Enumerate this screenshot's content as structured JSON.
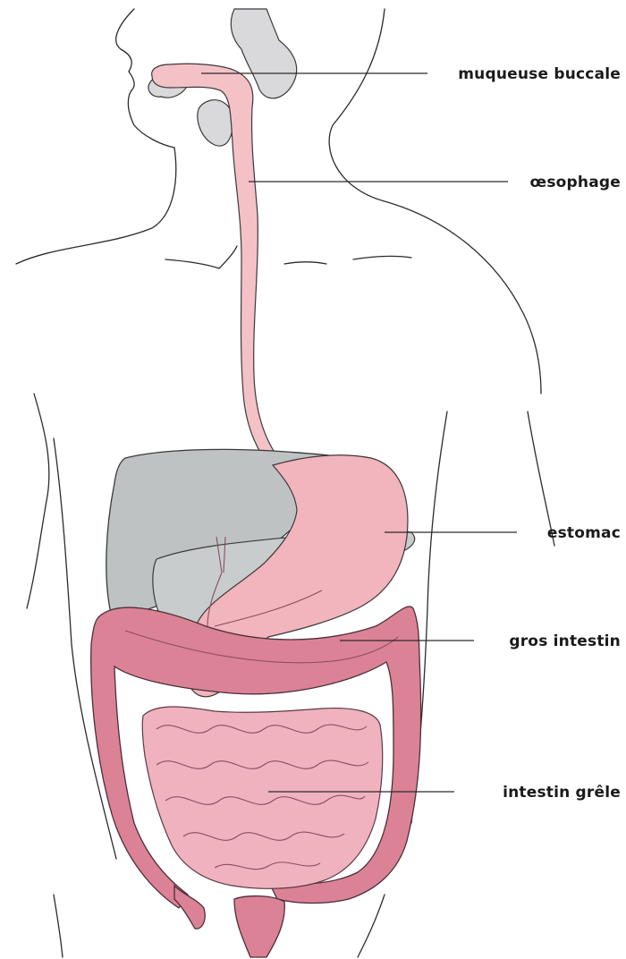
{
  "labels": {
    "mouth": "muqueuse buccale",
    "esophagus": "œsophage",
    "stomach": "estomac",
    "large_intestine": "gros intestin",
    "small_intestine": "intestin grêle"
  },
  "colors": {
    "esophagus_fill": "#f4c1c7",
    "stomach_fill": "#f2b4bd",
    "large_intestine_fill": "#dc8296",
    "small_intestine_fill": "#f0b2be",
    "liver_fill": "#bfc2c2",
    "gland_fill": "#d9d9db"
  }
}
